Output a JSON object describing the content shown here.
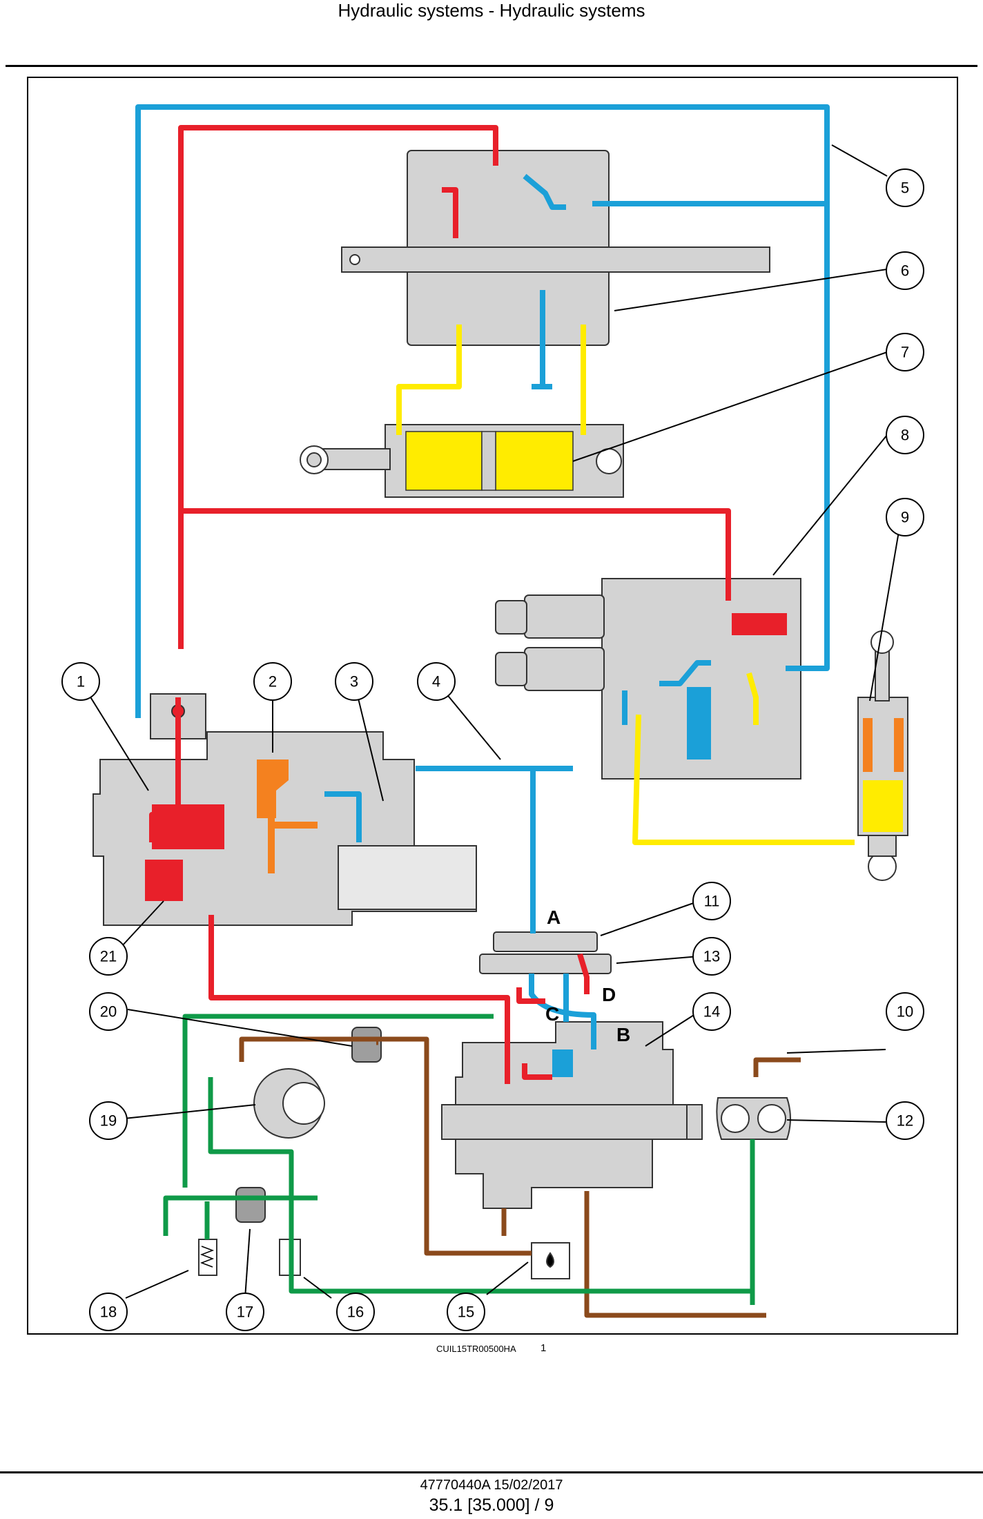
{
  "header": {
    "title": "Hydraulic systems - Hydraulic systems"
  },
  "figure": {
    "reference": "CUIL15TR00500HA",
    "number": "1",
    "callouts": [
      "1",
      "2",
      "3",
      "4",
      "5",
      "6",
      "7",
      "8",
      "9",
      "10",
      "11",
      "12",
      "13",
      "14",
      "15",
      "16",
      "17",
      "18",
      "19",
      "20",
      "21"
    ],
    "ports": [
      "A",
      "B",
      "C",
      "D"
    ],
    "colors": {
      "pressure": "#e8202a",
      "return": "#1ba0d8",
      "work": "#ffec00",
      "pilot": "#f4811f",
      "suction": "#0f9a48",
      "drain": "#8b4a1c",
      "housing": "#d3d3d3"
    }
  },
  "footer": {
    "doc": "47770440A 15/02/2017",
    "page": "35.1 [35.000] / 9"
  }
}
